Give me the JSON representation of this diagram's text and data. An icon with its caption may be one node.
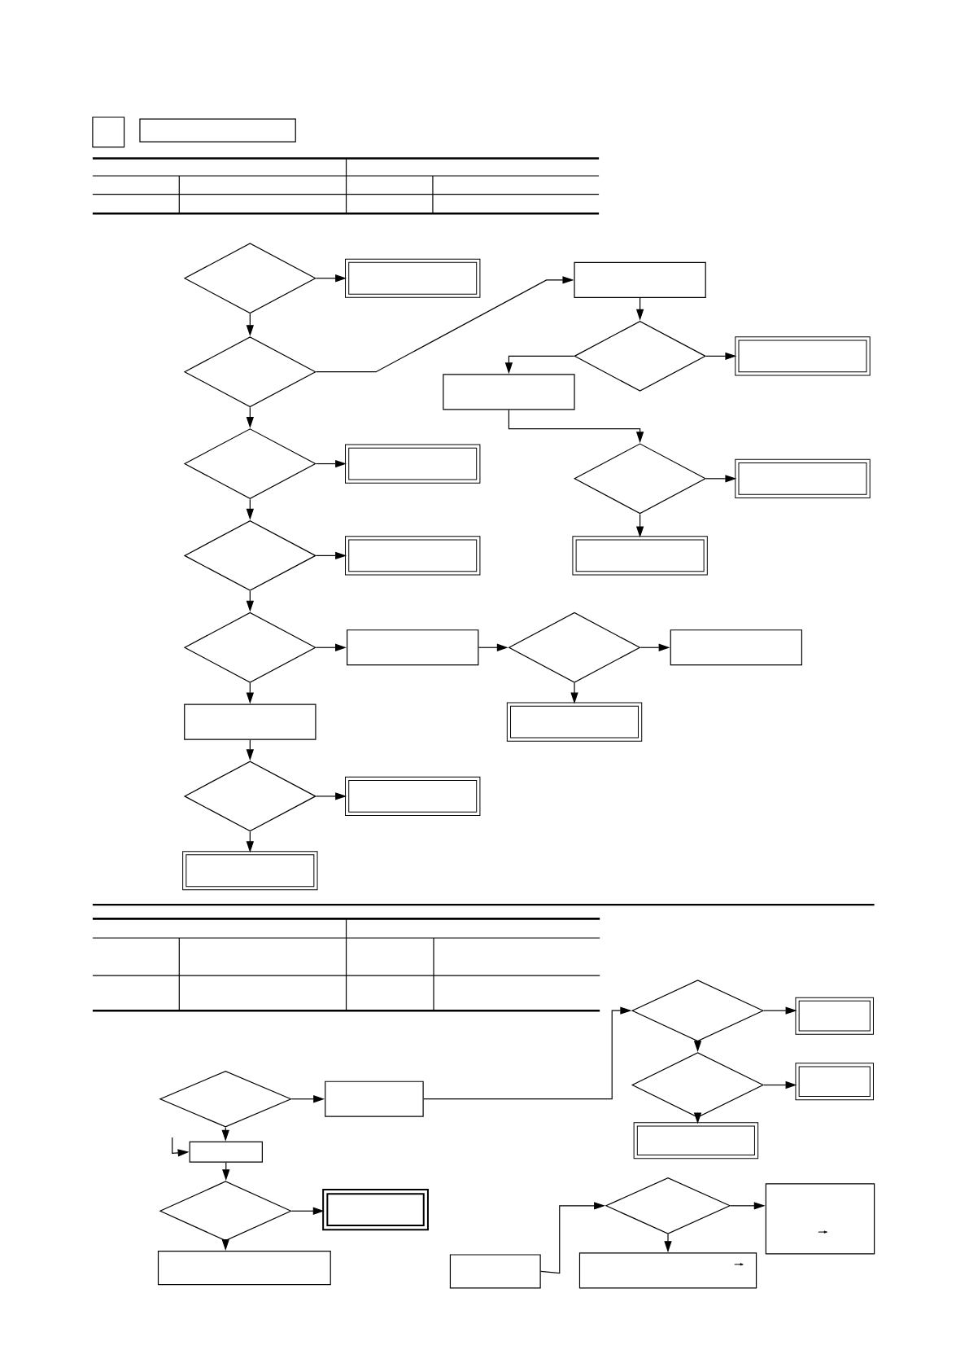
{
  "diagram": {
    "nodes": [
      {
        "text": [],
        "shape": "box"
      },
      {
        "text": [],
        "shape": "box"
      },
      {
        "text": [],
        "shape": "diamond"
      },
      {
        "text": [],
        "shape": "double-box"
      },
      {
        "text": [],
        "shape": "box"
      },
      {
        "text": [],
        "shape": "diamond"
      },
      {
        "text": [],
        "shape": "diamond"
      },
      {
        "text": [],
        "shape": "double-box"
      },
      {
        "text": [],
        "shape": "box"
      },
      {
        "text": [],
        "shape": "diamond"
      },
      {
        "text": [],
        "shape": "double-box"
      },
      {
        "text": [],
        "shape": "diamond"
      },
      {
        "text": [],
        "shape": "double-box"
      },
      {
        "text": [],
        "shape": "diamond"
      },
      {
        "text": [],
        "shape": "double-box"
      },
      {
        "text": [],
        "shape": "double-box"
      },
      {
        "text": [],
        "shape": "diamond"
      },
      {
        "text": [],
        "shape": "box"
      },
      {
        "text": [],
        "shape": "diamond"
      },
      {
        "text": [],
        "shape": "box"
      },
      {
        "text": [],
        "shape": "box"
      },
      {
        "text": [],
        "shape": "double-box"
      },
      {
        "text": [],
        "shape": "diamond"
      },
      {
        "text": [],
        "shape": "double-box"
      },
      {
        "text": [],
        "shape": "double-box"
      },
      {
        "text": [],
        "shape": "diamond"
      },
      {
        "text": [],
        "shape": "double-box"
      },
      {
        "text": [],
        "shape": "diamond"
      },
      {
        "text": [],
        "shape": "box"
      },
      {
        "text": [],
        "shape": "diamond"
      },
      {
        "text": [],
        "shape": "double-box"
      },
      {
        "text": [],
        "shape": "double-box"
      },
      {
        "text": [],
        "shape": "box"
      },
      {
        "text": [],
        "shape": "diamond"
      },
      {
        "text": [],
        "shape": "double-box"
      },
      {
        "text": [],
        "shape": "diamond"
      },
      {
        "text": [],
        "shape": "box"
      },
      {
        "text": [],
        "shape": "box"
      },
      {
        "text": [],
        "shape": "box"
      },
      {
        "text": [],
        "shape": "box"
      }
    ],
    "edges": [
      {
        "from": 2,
        "to": 3,
        "arrow": "to"
      },
      {
        "from": 2,
        "to": 5,
        "arrow": "to"
      },
      {
        "from": 5,
        "to": 4,
        "arrow": "to"
      },
      {
        "from": 4,
        "to": 6,
        "arrow": "to"
      },
      {
        "from": 6,
        "to": 7,
        "arrow": "to"
      },
      {
        "from": 6,
        "to": 8,
        "arrow": "to"
      },
      {
        "from": 8,
        "to": 11,
        "arrow": "to"
      },
      {
        "from": 11,
        "to": 12,
        "arrow": "to"
      },
      {
        "from": 11,
        "to": 15,
        "arrow": "to"
      },
      {
        "from": 5,
        "to": 9,
        "arrow": "to"
      },
      {
        "from": 9,
        "to": 10,
        "arrow": "to"
      },
      {
        "from": 9,
        "to": 13,
        "arrow": "to"
      },
      {
        "from": 13,
        "to": 14,
        "arrow": "to"
      },
      {
        "from": 13,
        "to": 16,
        "arrow": "to"
      },
      {
        "from": 16,
        "to": 17,
        "arrow": "to"
      },
      {
        "from": 17,
        "to": 18,
        "arrow": "to"
      },
      {
        "from": 18,
        "to": 19,
        "arrow": "to"
      },
      {
        "from": 18,
        "to": 21,
        "arrow": "to"
      },
      {
        "from": 16,
        "to": 20,
        "arrow": "to"
      },
      {
        "from": 20,
        "to": 22,
        "arrow": "to"
      },
      {
        "from": 22,
        "to": 23,
        "arrow": "to"
      },
      {
        "from": 22,
        "to": 24,
        "arrow": "to"
      },
      {
        "from": 27,
        "to": 28,
        "arrow": "to"
      },
      {
        "from": 28,
        "to": 25,
        "arrow": "to"
      },
      {
        "from": 25,
        "to": 26,
        "arrow": "to"
      },
      {
        "from": 25,
        "to": 29,
        "arrow": "to"
      },
      {
        "from": 29,
        "to": 30,
        "arrow": "to"
      },
      {
        "from": 29,
        "to": 31,
        "arrow": "to"
      },
      {
        "from": 27,
        "to": 32,
        "arrow": "to"
      },
      {
        "from": null,
        "to": 32,
        "arrow": "to"
      },
      {
        "from": 32,
        "to": 33,
        "arrow": "to"
      },
      {
        "from": 33,
        "to": 34,
        "arrow": "to"
      },
      {
        "from": 33,
        "to": 37,
        "arrow": "to"
      },
      {
        "from": 38,
        "to": 35,
        "arrow": "to"
      },
      {
        "from": 35,
        "to": 36,
        "arrow": "to"
      },
      {
        "from": 35,
        "to": 39,
        "arrow": "to"
      }
    ]
  }
}
